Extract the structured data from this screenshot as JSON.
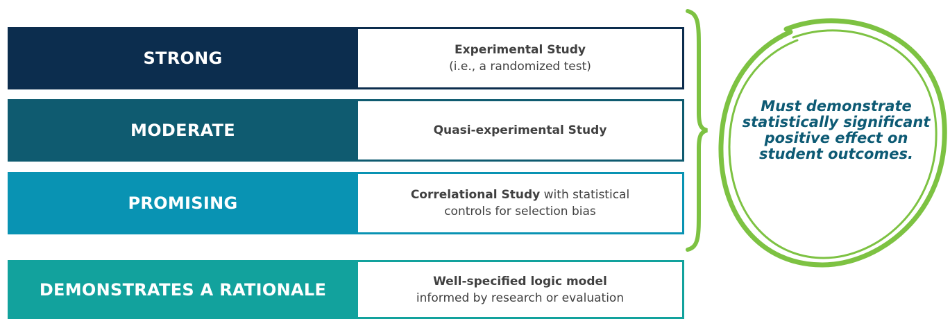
{
  "tiers": [
    {
      "level": "STRONG",
      "desc_bold": "Experimental Study",
      "desc_rest": "(i.e., a randomized test)"
    },
    {
      "level": "MODERATE",
      "desc_bold": "Quasi-experimental Study",
      "desc_rest": ""
    },
    {
      "level": "PROMISING",
      "desc_bold": "Correlational Study",
      "desc_rest_inline": " with statistical",
      "desc_rest": "controls for selection bias"
    },
    {
      "level": "DEMONSTRATES A RATIONALE",
      "desc_bold": "Well-specified logic model",
      "desc_rest": "informed by research or evaluation"
    }
  ],
  "callout": {
    "text": "Must demonstrate statistically significant positive effect on student outcomes."
  },
  "colors": {
    "strong": "#0c2d4e",
    "moderate": "#0f5b70",
    "promising": "#0993b3",
    "rationale": "#12a29d",
    "accent_green": "#7dc242",
    "callout_text": "#0d5a74"
  },
  "icons": {
    "brace": "curly-brace",
    "ring": "hand-drawn-ellipse"
  }
}
